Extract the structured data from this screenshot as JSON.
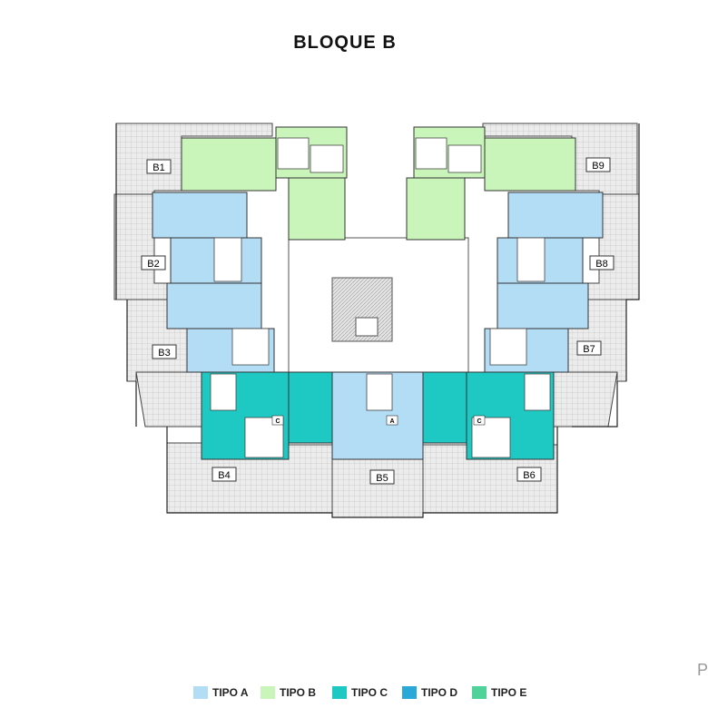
{
  "title": "BLOQUE B",
  "page_mark": "P",
  "units": {
    "B1": "B1",
    "B2": "B2",
    "B3": "B3",
    "B4": "B4",
    "B5": "B5",
    "B6": "B6",
    "B7": "B7",
    "B8": "B8",
    "B9": "B9"
  },
  "unit_type_marks": {
    "a": "A",
    "c": "C"
  },
  "legend": [
    {
      "label": "TIPO A",
      "color": "#b3dcf5"
    },
    {
      "label": "TIPO B",
      "color": "#c9f5bb"
    },
    {
      "label": "TIPO C",
      "color": "#1dc9c2"
    },
    {
      "label": "TIPO D",
      "color": "#2aa9d8"
    },
    {
      "label": "TIPO E",
      "color": "#4fd39a"
    }
  ],
  "colors": {
    "terrace": "#e2e2e2",
    "wall": "#333333",
    "tipo_a": "#b3dcf5",
    "tipo_b": "#c9f5bb",
    "tipo_c": "#1dc9c2"
  }
}
